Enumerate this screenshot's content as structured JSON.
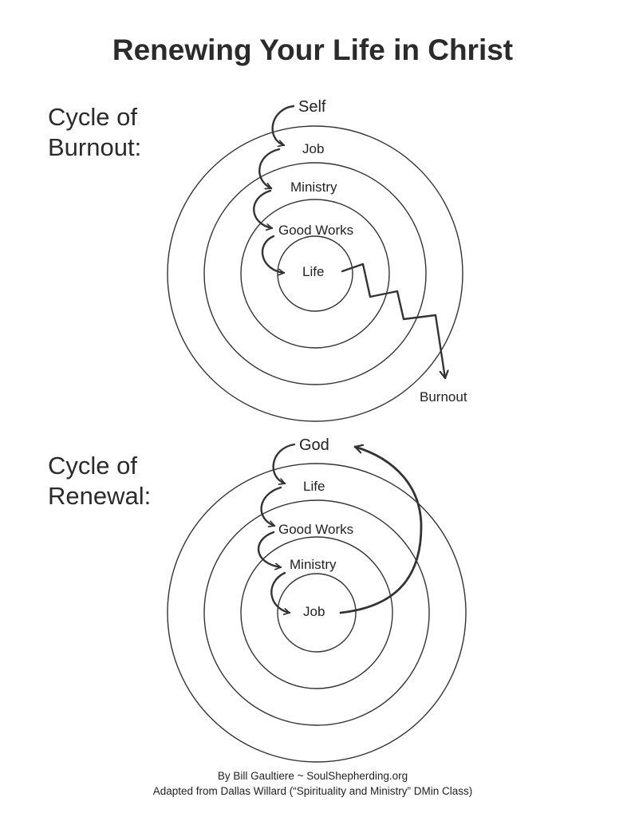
{
  "title": "Renewing Your Life in Christ",
  "burnout_cycle": {
    "heading_line1": "Cycle of",
    "heading_line2": "Burnout:",
    "labels": {
      "self": "Self",
      "job": "Job",
      "ministry": "Ministry",
      "good_works": "Good Works",
      "life": "Life",
      "burnout": "Burnout"
    }
  },
  "renewal_cycle": {
    "heading_line1": "Cycle of",
    "heading_line2": "Renewal:",
    "labels": {
      "god": "God",
      "life": "Life",
      "good_works": "Good Works",
      "ministry": "Ministry",
      "job": "Job"
    }
  },
  "footer": {
    "line1": "By Bill Gaultiere ~ SoulShepherding.org",
    "line2": "Adapted from Dallas Willard (“Spirituality and Ministry” DMin Class)"
  },
  "colors": {
    "ink": "#333333",
    "background": "#ffffff"
  }
}
